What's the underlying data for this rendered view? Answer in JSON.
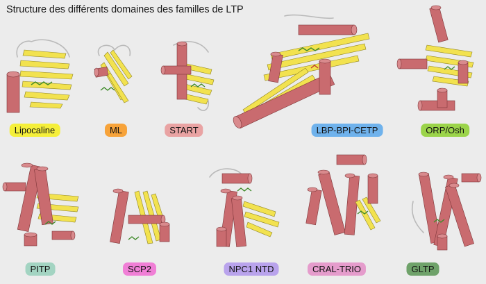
{
  "title": "Structure des différents domaines des familles de LTP",
  "families": [
    {
      "label": "Lipocaline",
      "color": "#f5ef3a"
    },
    {
      "label": "ML",
      "color": "#f7a33a"
    },
    {
      "label": "START",
      "color": "#e9a3a3"
    },
    {
      "label": "LBP-BPI-CETP",
      "color": "#6fb2ec"
    },
    {
      "label": "ORP/Osh",
      "color": "#9bd44a"
    },
    {
      "label": "PITP",
      "color": "#a3d4c2"
    },
    {
      "label": "SCP2",
      "color": "#f07fd6"
    },
    {
      "label": "NPC1 NTD",
      "color": "#b9a3ec"
    },
    {
      "label": "CRAL-TRIO",
      "color": "#e59ccc"
    },
    {
      "label": "GLTP",
      "color": "#6fa26a"
    }
  ]
}
